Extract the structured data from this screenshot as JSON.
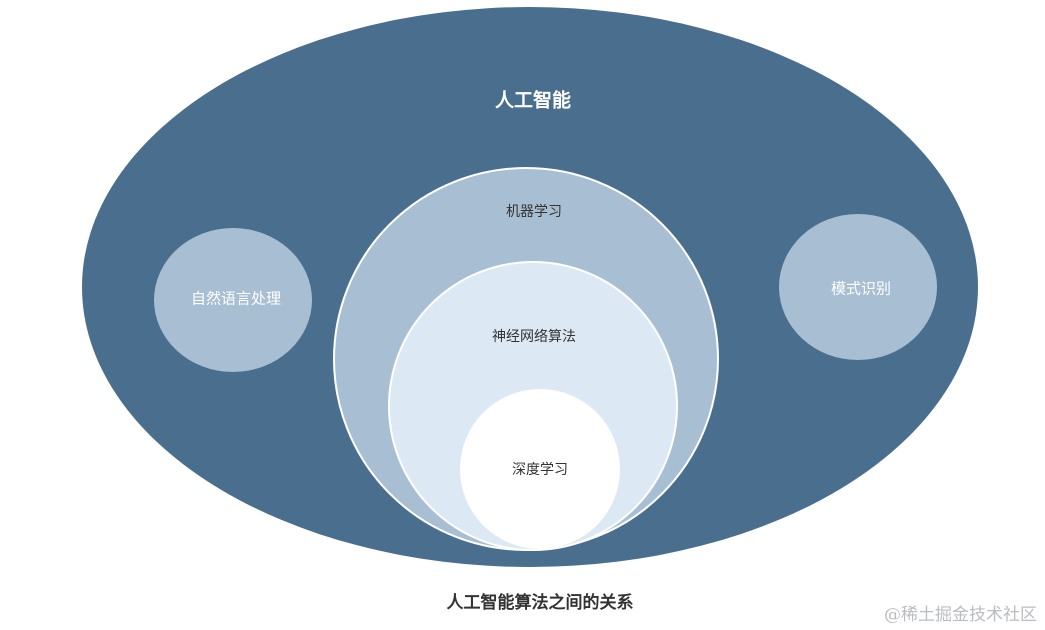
{
  "diagram": {
    "outer_label": "人工智能",
    "nlp_label": "自然语言处理",
    "pattern_label": "模式识别",
    "ml_label": "机器学习",
    "nn_label": "神经网络算法",
    "dl_label": "深度学习"
  },
  "caption": "人工智能算法之间的关系",
  "watermark": "@稀土掘金技术社区",
  "colors": {
    "outer": "#4a6f8e",
    "side": "#a8bfd3",
    "ml": "#a8bfd3",
    "nn": "#dce9f4",
    "dl": "#ffffff"
  }
}
